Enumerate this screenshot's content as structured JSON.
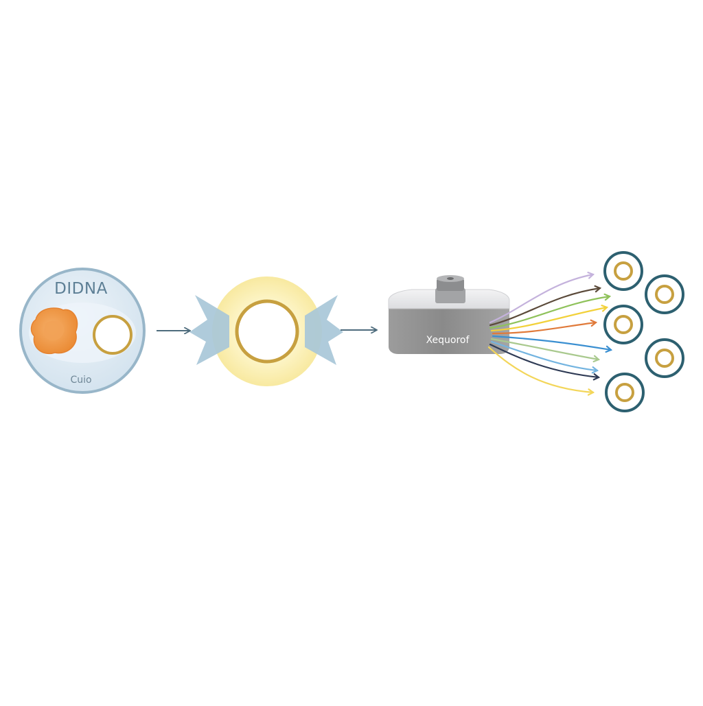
{
  "panels": {
    "source": {
      "title": "DIDNA",
      "subtitle": "",
      "blob_label": "",
      "bottom_label": "Cuio"
    },
    "device": {
      "line1": "",
      "line2": "",
      "line3": "Xequorof"
    }
  },
  "colors": {
    "arrow": "#4d6b7c",
    "source_disc": "#dfeaf3",
    "source_rim": "#98b6c9",
    "orange_blob": "#f0963f",
    "gold_ring": "#c7a040",
    "glow": "#fbf1b3",
    "wing": "#a8c7d8",
    "device_body": "#8d8d8d",
    "device_top": "#e9eaeb",
    "output_ring_outer": "#2d6070",
    "output_ring_inner": "#c7a040",
    "streams": [
      "#c4b2dc",
      "#5b4a3a",
      "#8fc25b",
      "#f2d13a",
      "#e07a3a",
      "#3a8fd1",
      "#a9c98e",
      "#73b4e0",
      "#2f3b55",
      "#f3d65a"
    ]
  },
  "icons": {
    "source": "cell-disc-icon",
    "particle": "glowing-ring-icon",
    "device": "sequencer-device-icon",
    "output": "output-ring-icon"
  }
}
